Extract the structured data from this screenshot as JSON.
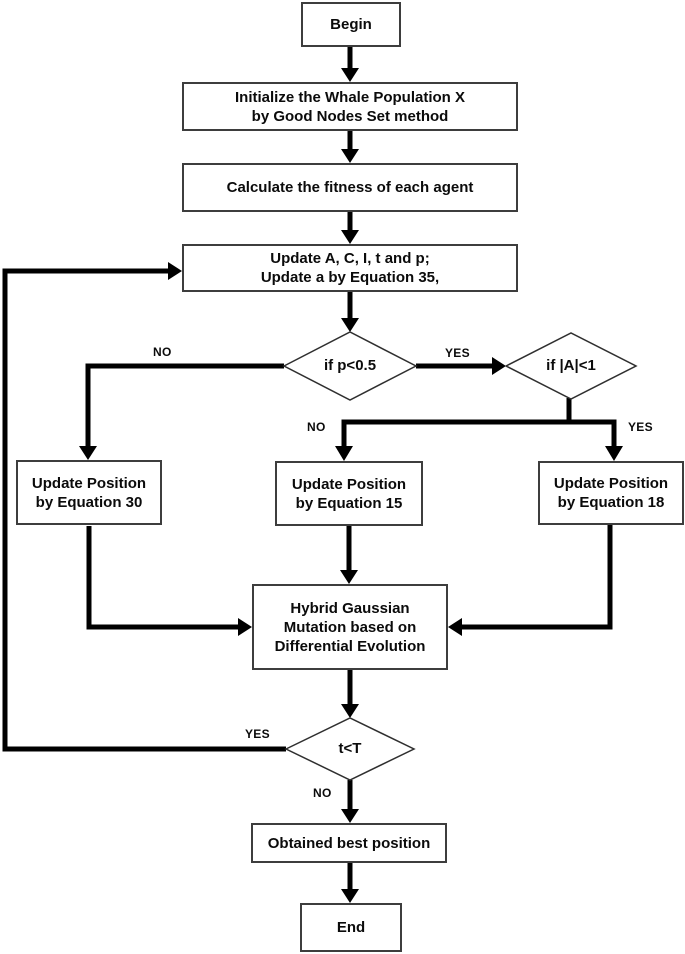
{
  "nodes": {
    "begin": {
      "lines": [
        "Begin"
      ]
    },
    "init": {
      "lines": [
        "Initialize the Whale Population X",
        "by Good Nodes Set method"
      ]
    },
    "calc": {
      "lines": [
        "Calculate the fitness of each agent"
      ]
    },
    "update": {
      "lines": [
        "Update A, C, I, t and p;",
        "Update a by Equation 35,"
      ]
    },
    "eq30": {
      "lines": [
        "Update Position",
        "by Equation 30"
      ]
    },
    "eq15": {
      "lines": [
        "Update Position",
        "by Equation 15"
      ]
    },
    "eq18": {
      "lines": [
        "Update Position",
        "by Equation 18"
      ]
    },
    "hybrid": {
      "lines": [
        "Hybrid Gaussian",
        "Mutation based on",
        "Differential Evolution"
      ]
    },
    "obtained": {
      "lines": [
        "Obtained best position"
      ]
    },
    "end": {
      "lines": [
        "End"
      ]
    }
  },
  "decisions": {
    "p": {
      "label": "if p<0.5"
    },
    "a": {
      "label": "if |A|<1"
    },
    "t": {
      "label": "t<T"
    }
  },
  "edge_labels": {
    "p_no": "NO",
    "p_yes": "YES",
    "a_no": "NO",
    "a_yes": "YES",
    "t_yes": "YES",
    "t_no": "NO"
  },
  "colors": {
    "background": "#ffffff",
    "line": "#000000",
    "box_border": "#3d3d3d",
    "text": "#0b0b0b"
  }
}
